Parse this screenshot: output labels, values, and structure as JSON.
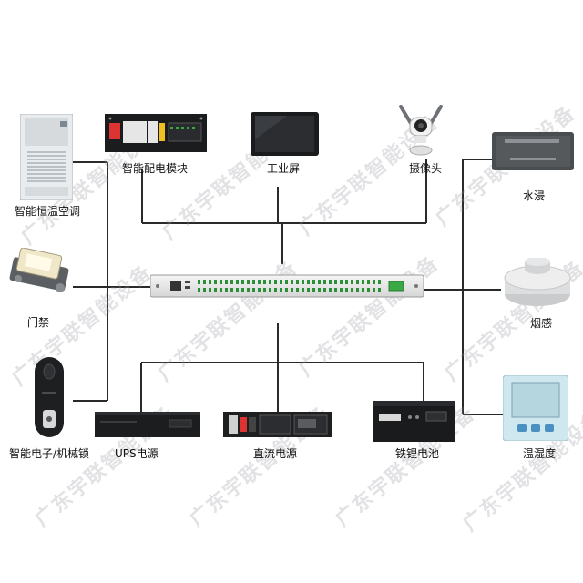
{
  "watermark": "广东宇联智能设备",
  "center": {
    "name": ""
  },
  "devices": {
    "aircon": "智能恒温空调",
    "door": "门禁",
    "lock": "智能电子/机械锁",
    "power_module": "智能配电模块",
    "screen": "工业屏",
    "camera": "摄像头",
    "water": "水浸",
    "smoke": "烟感",
    "temp": "温湿度",
    "ups": "UPS电源",
    "dc": "直流电源",
    "battery": "铁锂电池"
  },
  "colors": {
    "line": "#2a2a2a",
    "panel": "#ececec",
    "accent": "#3aa845"
  }
}
